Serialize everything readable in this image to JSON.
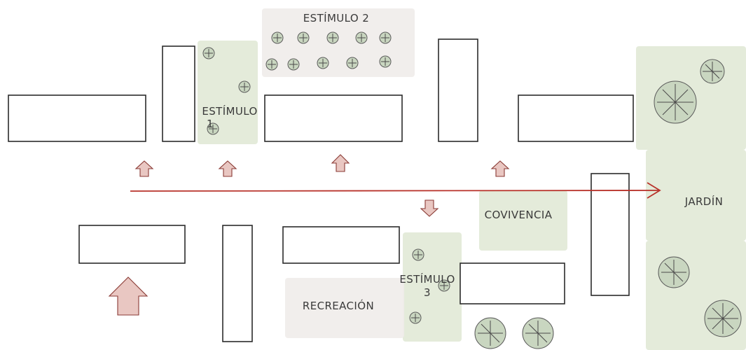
{
  "labels": {
    "stimulus_2": "ESTÍMULO 2",
    "stimulus_1_line1": "ESTÍMULO",
    "stimulus_1_line2": "1",
    "stimulus_3_line1": "ESTÍMULO",
    "stimulus_3_line2": "3",
    "coexistence": "COVIVENCIA",
    "garden": "JARDÍN",
    "recreation": "RECREACIÓN"
  },
  "colors": {
    "path_arrow": "#b8322a",
    "green_zone": "#dfe8d3",
    "grey_zone": "#efecea",
    "arrow_fill": "#e9c7c2"
  },
  "icons": {
    "tree": "tree-icon",
    "direction": "arrow-icon"
  }
}
